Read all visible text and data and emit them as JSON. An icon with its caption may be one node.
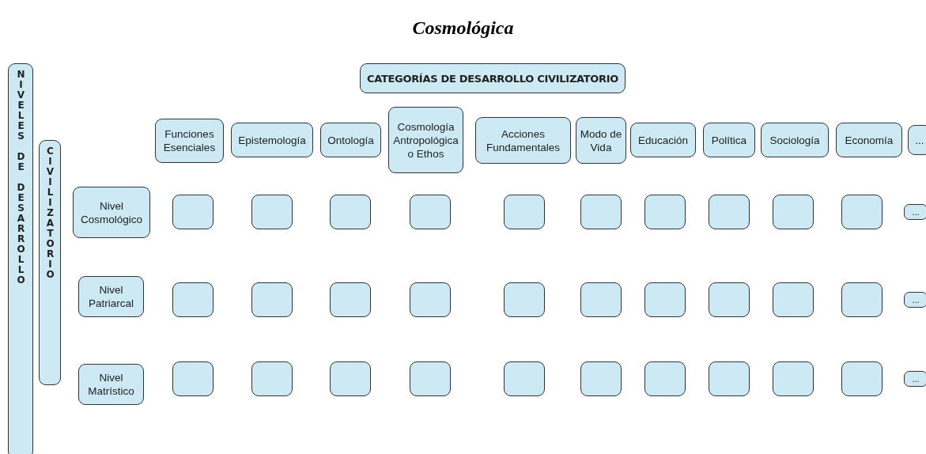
{
  "diagram": {
    "title": "Cosmológica",
    "nodes": [
      {
        "text": [
          "NIVELES DE DESARROLLO"
        ]
      },
      {
        "text": [
          "CIVILIZATORIO"
        ]
      },
      {
        "text": [
          "CATEGORÍAS DE DESARROLLO CIVILIZATORIO"
        ]
      },
      {
        "text": [
          "Funciones Esenciales"
        ]
      },
      {
        "text": [
          "Epistemología"
        ]
      },
      {
        "text": [
          "Ontología"
        ]
      },
      {
        "text": [
          "Cosmología Antropológica o Ethos"
        ]
      },
      {
        "text": [
          "Acciones Fundamentales"
        ]
      },
      {
        "text": [
          "Modo de Vida"
        ]
      },
      {
        "text": [
          "Educación"
        ]
      },
      {
        "text": [
          "Política"
        ]
      },
      {
        "text": [
          "Sociología"
        ]
      },
      {
        "text": [
          "Economía"
        ]
      },
      {
        "text": [
          "..."
        ]
      },
      {
        "text": [
          "Nivel Cosmológico"
        ]
      },
      {
        "text": [],
        "shape": "box"
      },
      {
        "text": [],
        "shape": "box"
      },
      {
        "text": [],
        "shape": "box"
      },
      {
        "text": [],
        "shape": "box"
      },
      {
        "text": [],
        "shape": "box"
      },
      {
        "text": [],
        "shape": "box"
      },
      {
        "text": [],
        "shape": "box"
      },
      {
        "text": [],
        "shape": "box"
      },
      {
        "text": [],
        "shape": "box"
      },
      {
        "text": [],
        "shape": "box"
      },
      {
        "text": [
          "..."
        ]
      },
      {
        "text": [
          "Nivel Patriarcal"
        ]
      },
      {
        "text": [],
        "shape": "box"
      },
      {
        "text": [],
        "shape": "box"
      },
      {
        "text": [],
        "shape": "box"
      },
      {
        "text": [],
        "shape": "box"
      },
      {
        "text": [],
        "shape": "box"
      },
      {
        "text": [],
        "shape": "box"
      },
      {
        "text": [],
        "shape": "box"
      },
      {
        "text": [],
        "shape": "box"
      },
      {
        "text": [],
        "shape": "box"
      },
      {
        "text": [],
        "shape": "box"
      },
      {
        "text": [
          "..."
        ]
      },
      {
        "text": [
          "Nivel Matrístico"
        ]
      },
      {
        "text": [],
        "shape": "box"
      },
      {
        "text": [],
        "shape": "box"
      },
      {
        "text": [],
        "shape": "box"
      },
      {
        "text": [],
        "shape": "box"
      },
      {
        "text": [],
        "shape": "box"
      },
      {
        "text": [],
        "shape": "box"
      },
      {
        "text": [],
        "shape": "box"
      },
      {
        "text": [],
        "shape": "box"
      },
      {
        "text": [],
        "shape": "box"
      },
      {
        "text": [],
        "shape": "box"
      },
      {
        "text": [
          "..."
        ]
      }
    ],
    "edges": []
  }
}
